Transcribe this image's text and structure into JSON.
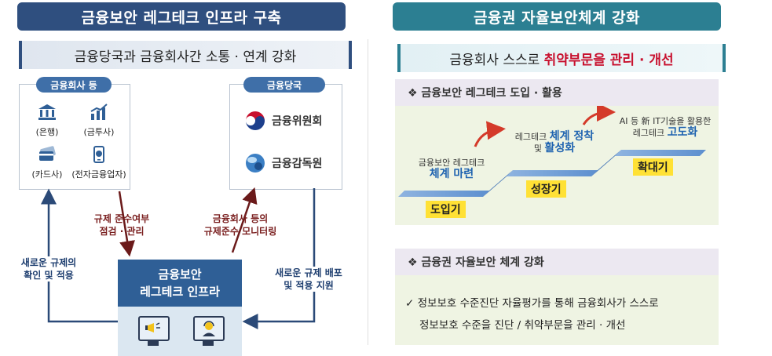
{
  "left": {
    "header": "금융보안 레그테크 인프라 구축",
    "banner": "금융당국과 금융회사간 소통 · 연계 강화",
    "fin_companies": {
      "tag": "금융회사 등",
      "items": [
        "(은행)",
        "(금투사)",
        "(카드사)",
        "(전자금융업자)"
      ]
    },
    "authorities": {
      "tag": "금융당국",
      "items": [
        "금융위원회",
        "금융감독원"
      ]
    },
    "arrow_labels": {
      "inspect_1": "규제 준수여부",
      "inspect_2": "점검 · 관리",
      "monitor_1": "금융회사 등의",
      "monitor_2": "규제준수 모니터링",
      "confirm_1": "새로운 규제의",
      "confirm_2": "확인 및 적용",
      "deploy_1": "새로운 규제 배포",
      "deploy_2": "및 적용 지원"
    },
    "infra": {
      "line1": "금융보안",
      "line2": "레그테크 인프라"
    }
  },
  "right": {
    "header": "금융권 자율보안체계 강화",
    "banner_prefix": "금융회사 스스로 ",
    "banner_emph": "취약부문을 관리 · 개선",
    "section1": "❖  금융보안 레그테크 도입 · 활용",
    "stages": {
      "s1_small": "금융보안 레그테크",
      "s1_big": "체계 마련",
      "s1_label": "도입기",
      "s2_small": "레그테크 ",
      "s2_big1": "체계 정착",
      "s2_small2": "및 ",
      "s2_big2": "활성화",
      "s2_label": "성장기",
      "s3_small1": "AI 등 新 IT기술을 활용한",
      "s3_small2": "레그테크 ",
      "s3_big": "고도화",
      "s3_label": "확대기"
    },
    "section2": "❖  금융권 자율보안 체계 강화",
    "bottom_line1": "✓ 정보보호 수준진단 자율평가를 통해 금융회사가 스스로",
    "bottom_line2": "정보보호 수준을 진단 / 취약부문을 관리 · 개선"
  },
  "colors": {
    "left_header": "#2f4f7f",
    "right_header": "#2c7f92",
    "tag": "#3f6fa8",
    "infra": "#2f5f96",
    "stage_label": "#ffe135",
    "accent_text": "#1f63b0",
    "red_arrow": "#7a1f1f"
  }
}
